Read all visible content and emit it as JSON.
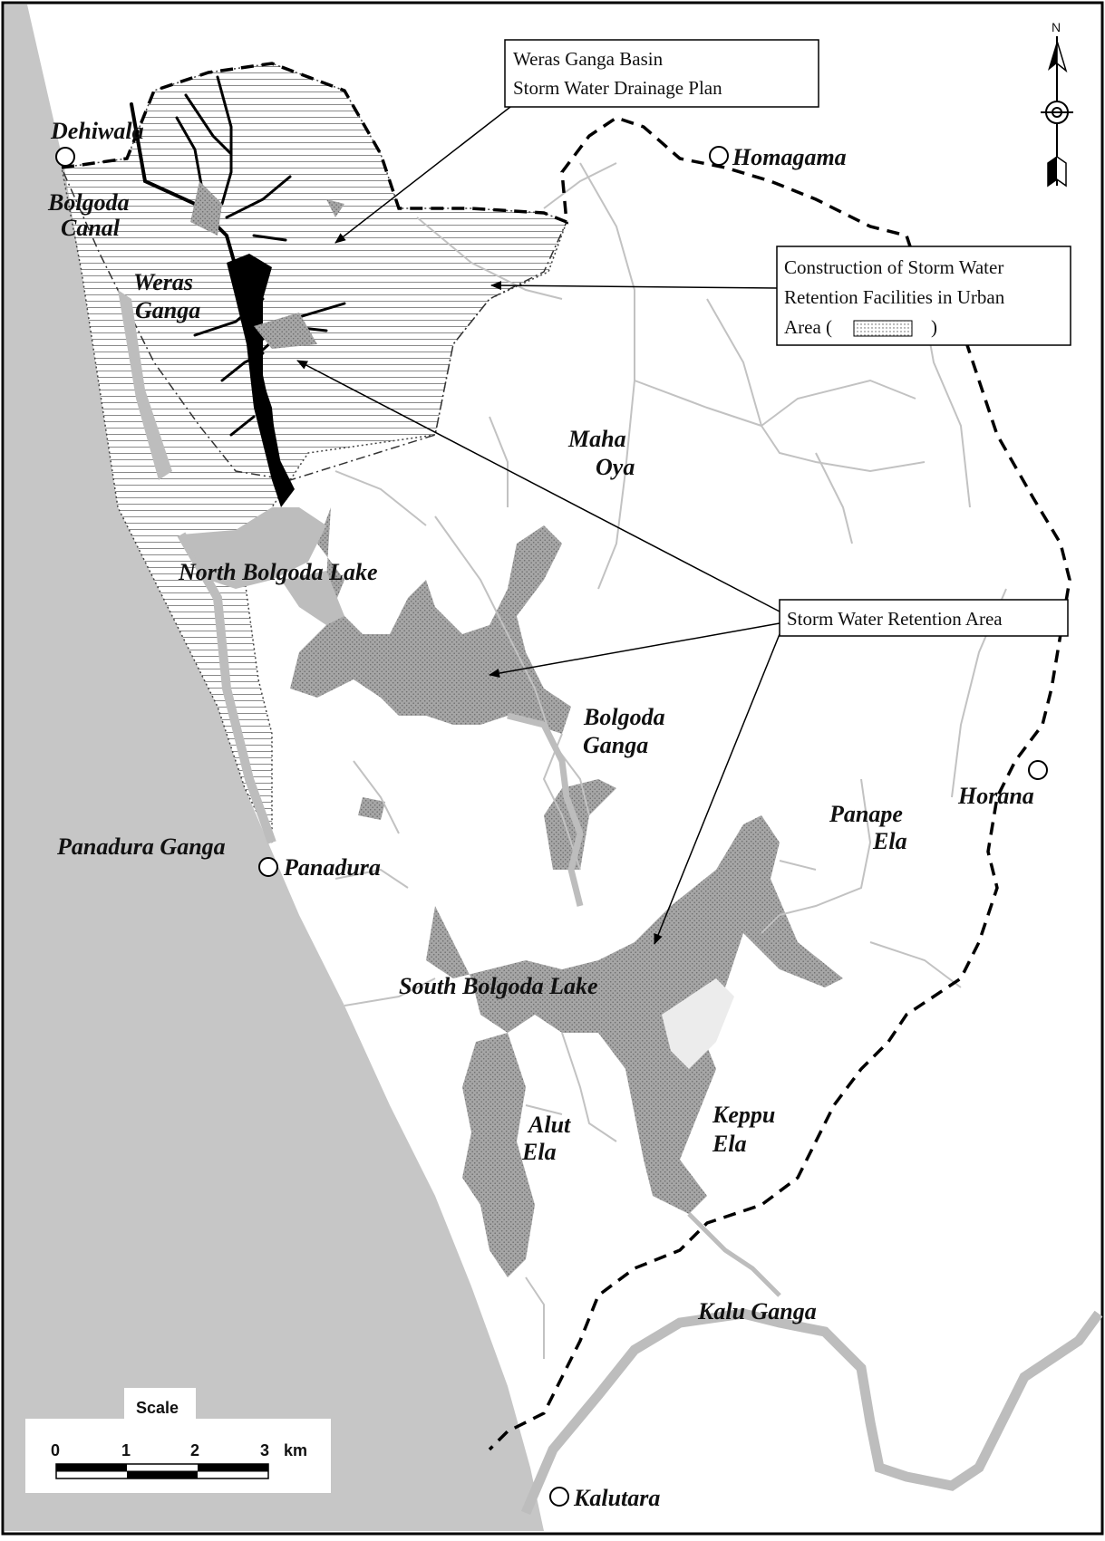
{
  "callouts": {
    "basin_line1": "Weras Ganga Basin",
    "basin_line2": "Storm Water Drainage Plan",
    "facilities_line1": "Construction of Storm Water",
    "facilities_line2": "Retention Facilities in Urban",
    "facilities_line3_pre": "Area (",
    "facilities_line3_post": ")",
    "retention": "Storm Water Retention Area"
  },
  "places": {
    "dehiwala": "Dehiwala",
    "homagama": "Homagama",
    "bolgoda_canal_1": "Bolgoda",
    "bolgoda_canal_2": "Canal",
    "weras_1": "Weras",
    "weras_2": "Ganga",
    "maha_1": "Maha",
    "maha_2": "Oya",
    "north_lake": "North Bolgoda Lake",
    "bolgoda_ganga_1": "Bolgoda",
    "bolgoda_ganga_2": "Ganga",
    "horana": "Horana",
    "panape_1": "Panape",
    "panape_2": "Ela",
    "panadura_ganga": "Panadura Ganga",
    "panadura": "Panadura",
    "south_lake": "South Bolgoda Lake",
    "keppu_1": "Keppu",
    "keppu_2": "Ela",
    "alut_1": "Alut",
    "alut_2": "Ela",
    "kalu_ganga": "Kalu Ganga",
    "kalutara": "Kalutara"
  },
  "scale": {
    "title": "Scale",
    "ticks": [
      "0",
      "1",
      "2",
      "3"
    ],
    "unit": "km"
  },
  "north": {
    "label": "N"
  },
  "colors": {
    "sea": "#c6c6c6",
    "water": "#bdbdbd",
    "retention": "#a8a8a8",
    "river_light": "#c2c2c2",
    "channel": "#000000"
  }
}
